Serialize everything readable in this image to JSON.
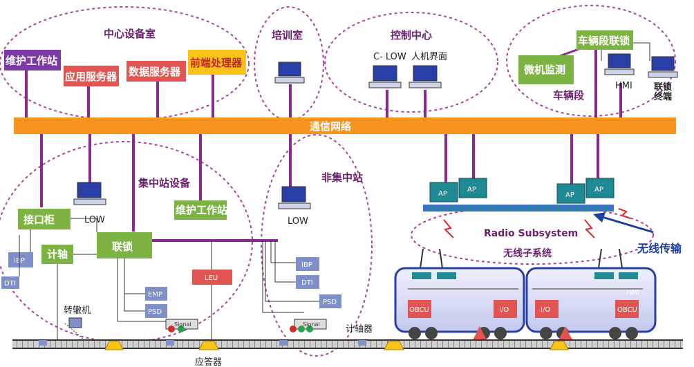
{
  "zones": {
    "center_room": "中心设备室",
    "training_room": "培训室",
    "control_center": "控制中心",
    "depot": "车辆段",
    "centralized_station": "集中站设备",
    "non_centralized_station": "非集中站"
  },
  "network": {
    "label": "通信网络"
  },
  "center_boxes": {
    "maint": "维护工作站",
    "app_server": "应用服务器",
    "data_server": "数据服务器",
    "frontend": "前端处理器"
  },
  "control": {
    "clow": "C- LOW",
    "hmi": "人机界面"
  },
  "depot_items": {
    "interlock": "车辆段联锁",
    "micro_monitor": "微机监测",
    "hmi": "HMI",
    "interlock_terminal_line1": "联锁",
    "interlock_terminal_line2": "终端"
  },
  "station": {
    "interface_cabinet": "接口柜",
    "low": "LOW",
    "maint": "维护工作站",
    "ibp": "IBP",
    "dti": "DTI",
    "axle_count": "计轴",
    "interlock": "联锁",
    "emp": "EMP",
    "psd": "PSD",
    "leu": "LEU",
    "switch_machine": "转辙机",
    "signal": "Signal"
  },
  "non_central": {
    "low": "LOW",
    "ibp": "IBP",
    "dti": "DTI",
    "psd": "PSD",
    "signal": "Signal"
  },
  "radio": {
    "ap": "AP",
    "subsystem_en": "Radio Subsystem",
    "subsystem_cn": "无线子系统",
    "wireless": "无线传输"
  },
  "train": {
    "obcu": "OBCU",
    "io": "I/O",
    "hmi": "HMI"
  },
  "track": {
    "axle_counter": "计轴器",
    "balise": "应答器"
  },
  "colors": {
    "network": "#f7941d",
    "purple_line": "#8b2a8e",
    "red_box": "#e05552",
    "green_box": "#7cb342",
    "yellow_box": "#f9c31a",
    "ap_teal": "#1f8a93",
    "zone_dash": "#b0409c"
  }
}
